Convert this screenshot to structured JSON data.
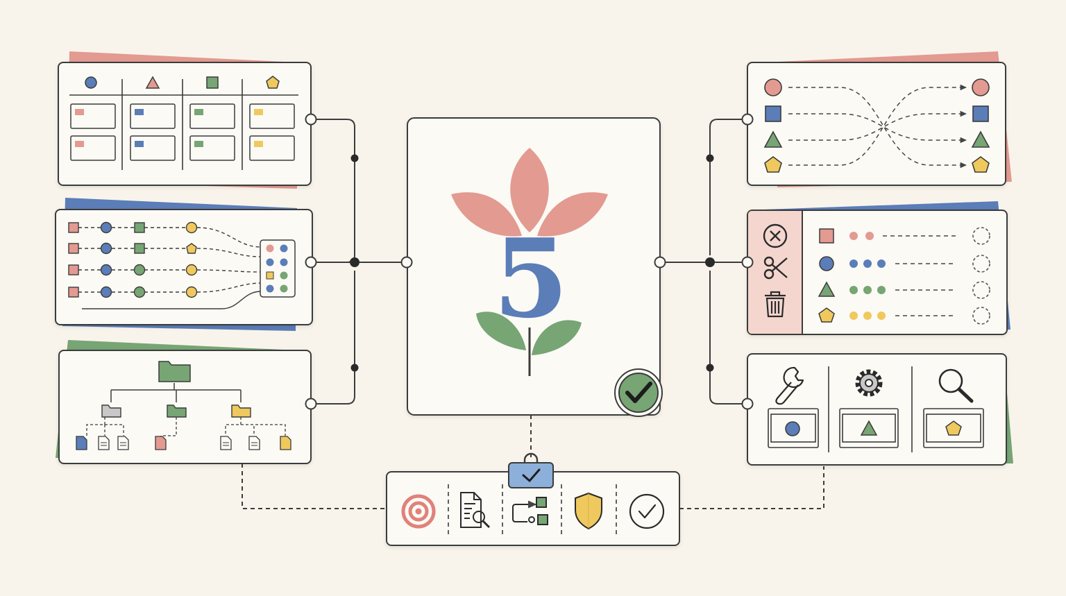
{
  "center": {
    "logo_number": "5"
  },
  "colors": {
    "background": "#f8f4eb",
    "card": "#fbfaf5",
    "stroke": "#3b3b3b",
    "red": "#e39a91",
    "blue": "#5b7db8",
    "green": "#77a574",
    "yellow": "#f0c95e",
    "gray": "#c8c8c8"
  },
  "icons": [
    "circle-shape",
    "triangle-shape",
    "square-shape",
    "pentagon-shape",
    "flower-logo",
    "check-badge-icon",
    "x-circle-icon",
    "scissors-icon",
    "trash-icon",
    "wrench-icon",
    "gear-icon",
    "magnifier-icon",
    "target-icon",
    "document-search-icon",
    "flow-icon",
    "shield-icon",
    "check-circle-icon",
    "lock-check-icon",
    "folder-icon",
    "file-icon"
  ]
}
